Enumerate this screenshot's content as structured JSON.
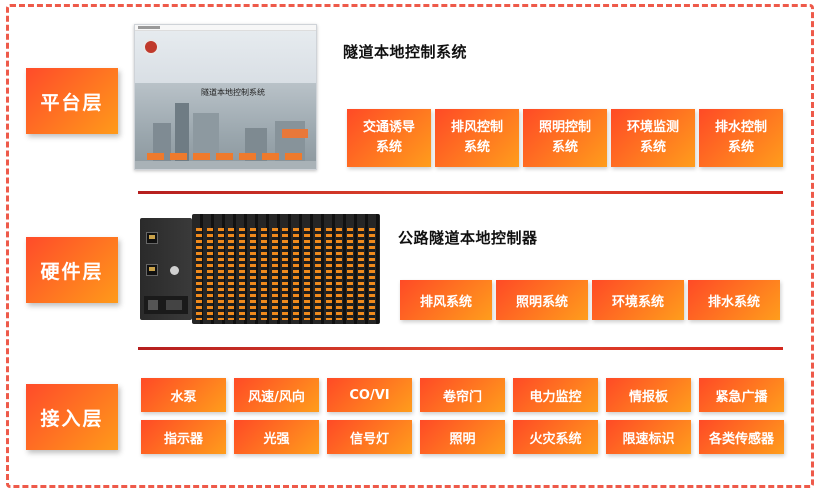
{
  "layers": {
    "platform": "平台层",
    "hardware": "硬件层",
    "access": "接入层"
  },
  "platform": {
    "heading": "隧道本地控制系统",
    "screenshot": {
      "window_title": "",
      "logo_text": "",
      "title": "隧道本地控制系统"
    },
    "systems": [
      "交通诱导\n系统",
      "排风控制\n系统",
      "照明控制\n系统",
      "环境监测\n系统",
      "排水控制\n系统"
    ]
  },
  "hardware": {
    "heading": "公路隧道本地控制器",
    "systems": [
      "排风系统",
      "照明系统",
      "环境系统",
      "排水系统"
    ]
  },
  "access": {
    "row1": [
      "水泵",
      "风速/风向",
      "CO/VI",
      "卷帘门",
      "电力监控",
      "情报板",
      "紧急广播"
    ],
    "row2": [
      "指示器",
      "光强",
      "信号灯",
      "照明",
      "火灾系统",
      "限速标识",
      "各类传感器"
    ]
  },
  "colors": {
    "border": "#ee5a4a",
    "gradient_start": "#ff4a26",
    "gradient_end": "#ff9d1c",
    "divider": "#c8261e"
  }
}
